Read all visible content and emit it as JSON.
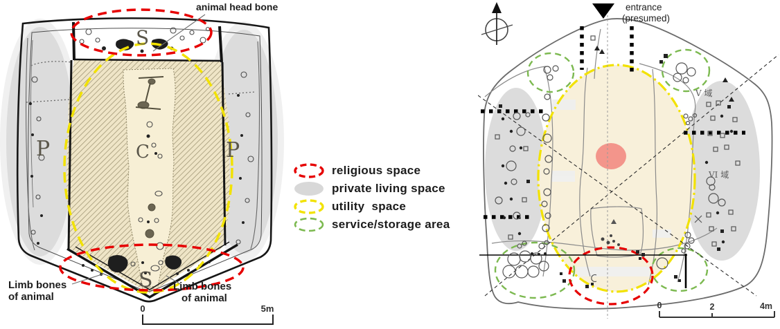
{
  "figure": {
    "left_plan": {
      "annotation_animal_head_bone": "animal head bone",
      "annotation_limb_bones_left": [
        "Limb bones",
        "of animal"
      ],
      "annotation_limb_bones_right": [
        "Limb bones",
        "of animal"
      ],
      "letters": {
        "s_top": "S",
        "p_left": "P",
        "c_center": "C",
        "p_right": "P",
        "s_bottom": "S"
      },
      "scale_bar": {
        "zero": "0",
        "five": "5m"
      }
    },
    "legend": {
      "items": [
        {
          "label": "religious space",
          "color": "#e60000",
          "symbol": "dashed-ellipse"
        },
        {
          "label": "private living space",
          "color": "#d8d8d8",
          "symbol": "filled-ellipse"
        },
        {
          "label": "utility  space",
          "color": "#f2e200",
          "symbol": "dashed-ellipse"
        },
        {
          "label": "service/storage area",
          "color": "#7cb950",
          "symbol": "dashed-ellipse"
        }
      ]
    },
    "right_plan": {
      "annotation_entrance": [
        "entrance",
        "(presumed)"
      ],
      "zone_labels": {
        "zone_v": "V 域",
        "zone_vi": "VI 域"
      },
      "scale_bar": {
        "zero": "0",
        "two": "2",
        "four": "4m"
      },
      "hearth_color": "#f28b82",
      "floor_color": "#f8f0da"
    }
  }
}
